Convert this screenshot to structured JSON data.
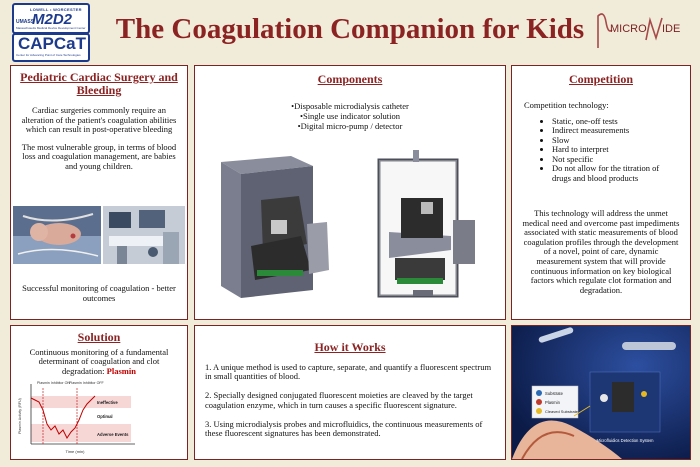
{
  "title": "The Coagulation Companion for Kids",
  "logos": {
    "umass_top": "LOWELL • WORCESTER",
    "umass_m2d2": "M2D2",
    "umass_mass": "UMASS",
    "umass_sub": "Massachusetts Medical Device Development Center",
    "capcat": "CAPCaT",
    "capcat_sub": "Center for Advancing Point of Care Technologies",
    "micromide_left": "MICRO",
    "micromide_right": "IDE"
  },
  "surgery": {
    "title": "Pediatric Cardiac Surgery and Bleeding",
    "p1": "Cardiac surgeries commonly require an alteration of the patient's coagulation abilities which can result in post-operative bleeding",
    "p2": "The most vulnerable group, in terms of blood loss and coagulation management, are babies and young children.",
    "p3": "Successful monitoring of coagulation - better outcomes"
  },
  "components": {
    "title": "Components",
    "items": [
      "•Disposable microdialysis catheter",
      "•Single use indicator solution",
      "•Digital micro-pump / detector"
    ]
  },
  "competition": {
    "title": "Competition",
    "intro": "Competition technology:",
    "items": [
      "Static, one-off tests",
      "Indirect measurements",
      "Slow",
      "Hard to interpret",
      "Not specific",
      "Do not allow for the titration of drugs and blood products"
    ],
    "summary": "This technology will address the unmet medical need and overcome past impediments associated with static measurements of blood coagulation profiles through the development of a novel, point of care, dynamic measurement system that will provide continuous information on key biological factors which regulate clot formation and degradation."
  },
  "solution": {
    "title": "Solution",
    "text": "Continuous monitoring of a fundamental determinant of coagulation and clot degradation:",
    "highlight": "Plasmin",
    "chart": {
      "ylabel": "Plasmin Activity (RFU)",
      "xlabel": "Time (min)",
      "marker1": "Plasmin Inhibitor ON",
      "marker2": "Plasmin Inhibitor OFF",
      "band_ineffective": "Ineffective",
      "band_optimal": "Optimal",
      "band_adverse": "Adverse Events"
    }
  },
  "how": {
    "title": "How it Works",
    "steps": [
      "1.   A unique method is used to capture, separate, and quantify a fluorescent spectrum in small quantities of blood.",
      "2.   Specially designed conjugated fluorescent moieties are cleaved by the target coagulation enzyme, which in turn causes a specific fluorescent signature.",
      "3.   Using microdialysis probes and microfluidics, the continuous measurements of these fluorescent signatures has been demonstrated."
    ]
  },
  "illustration": {
    "label1": "Substrate",
    "label2": "Plasmin",
    "label3": "Cleaved Substrate",
    "system": "Microfluidics Detection System"
  },
  "colors": {
    "accent": "#8c2323",
    "background": "#f1ebd9",
    "logo_blue": "#1d3b8c",
    "plasmin": "#c00000"
  }
}
